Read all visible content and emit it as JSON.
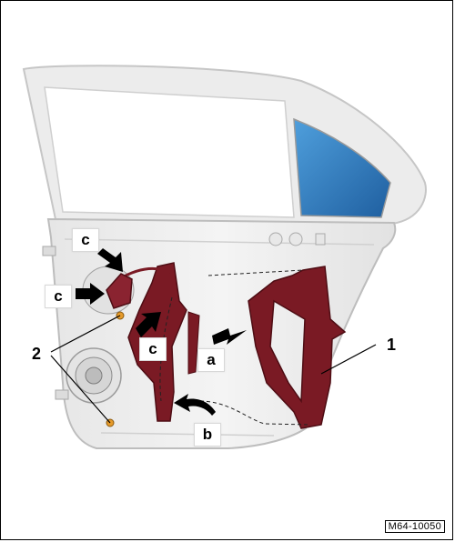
{
  "labels": {
    "callout_1": "1",
    "callout_2": "2",
    "callout_a": "a",
    "callout_b": "b",
    "callout_c": "c"
  },
  "reference": "M64-10050",
  "colors": {
    "regulator": "#7a1a24",
    "glass_tint": "#2f7fc0",
    "door_panel": "#eeeeee",
    "outline": "#bdbdbd",
    "screw": "#e59a2a",
    "arrow": "#000000"
  }
}
